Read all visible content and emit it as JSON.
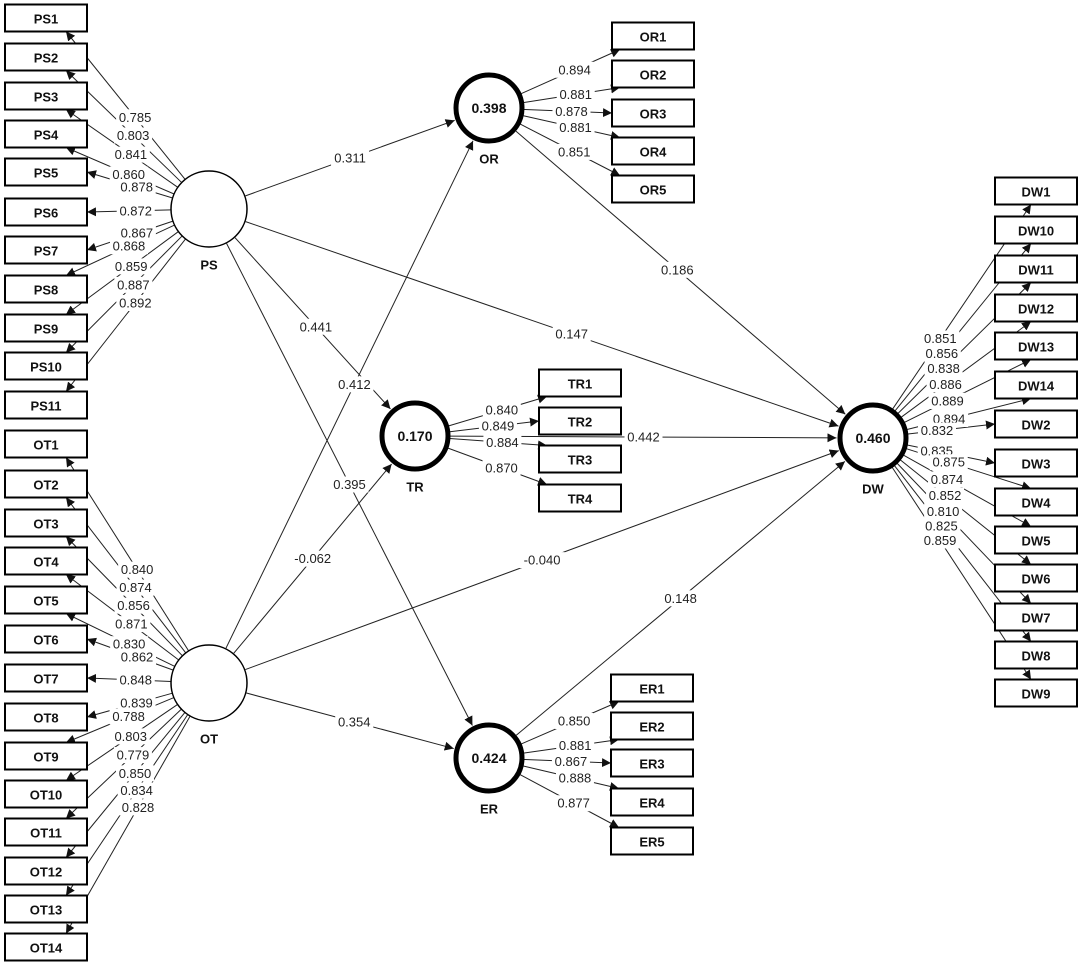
{
  "latents": [
    {
      "id": "PS",
      "label": "PS",
      "value": ""
    },
    {
      "id": "OT",
      "label": "OT",
      "value": ""
    },
    {
      "id": "OR",
      "label": "OR",
      "value": "0.398"
    },
    {
      "id": "TR",
      "label": "TR",
      "value": "0.170"
    },
    {
      "id": "ER",
      "label": "ER",
      "value": "0.424"
    },
    {
      "id": "DW",
      "label": "DW",
      "value": "0.460"
    }
  ],
  "indicators": {
    "PS": [
      "PS1",
      "PS2",
      "PS3",
      "PS4",
      "PS5",
      "PS6",
      "PS7",
      "PS8",
      "PS9",
      "PS10",
      "PS11"
    ],
    "OT": [
      "OT1",
      "OT2",
      "OT3",
      "OT4",
      "OT5",
      "OT6",
      "OT7",
      "OT8",
      "OT9",
      "OT10",
      "OT11",
      "OT12",
      "OT13",
      "OT14"
    ],
    "OR": [
      "OR1",
      "OR2",
      "OR3",
      "OR4",
      "OR5"
    ],
    "TR": [
      "TR1",
      "TR2",
      "TR3",
      "TR4"
    ],
    "ER": [
      "ER1",
      "ER2",
      "ER3",
      "ER4",
      "ER5"
    ],
    "DW": [
      "DW1",
      "DW10",
      "DW11",
      "DW12",
      "DW13",
      "DW14",
      "DW2",
      "DW3",
      "DW4",
      "DW5",
      "DW6",
      "DW7",
      "DW8",
      "DW9"
    ]
  },
  "loadings": {
    "PS": [
      "0.785",
      "0.803",
      "0.841",
      "0.860",
      "0.878",
      "0.872",
      "0.867",
      "0.868",
      "0.859",
      "0.887",
      "0.892"
    ],
    "OT": [
      "0.840",
      "0.874",
      "0.856",
      "0.871",
      "0.830",
      "0.862",
      "0.848",
      "0.839",
      "0.788",
      "0.803",
      "0.779",
      "0.850",
      "0.834",
      "0.828"
    ],
    "OR": [
      "0.894",
      "0.881",
      "0.878",
      "0.881",
      "0.851"
    ],
    "TR": [
      "0.840",
      "0.849",
      "0.884",
      "0.870"
    ],
    "ER": [
      "0.850",
      "0.881",
      "0.867",
      "0.888",
      "0.877"
    ],
    "DW": [
      "0.851",
      "0.856",
      "0.838",
      "0.886",
      "0.889",
      "0.894",
      "0.832",
      "0.835",
      "0.875",
      "0.874",
      "0.852",
      "0.810",
      "0.825",
      "0.859"
    ]
  },
  "paths": [
    {
      "from": "PS",
      "to": "OR",
      "value": "0.311"
    },
    {
      "from": "PS",
      "to": "TR",
      "value": "0.441"
    },
    {
      "from": "PS",
      "to": "ER",
      "value": "0.395"
    },
    {
      "from": "PS",
      "to": "DW",
      "value": "0.147"
    },
    {
      "from": "OT",
      "to": "OR",
      "value": "0.412"
    },
    {
      "from": "OT",
      "to": "TR",
      "value": "-0.062"
    },
    {
      "from": "OT",
      "to": "ER",
      "value": "0.354"
    },
    {
      "from": "OT",
      "to": "DW",
      "value": "-0.040"
    },
    {
      "from": "OR",
      "to": "DW",
      "value": "0.186"
    },
    {
      "from": "TR",
      "to": "DW",
      "value": "0.442"
    },
    {
      "from": "ER",
      "to": "DW",
      "value": "0.148"
    }
  ]
}
